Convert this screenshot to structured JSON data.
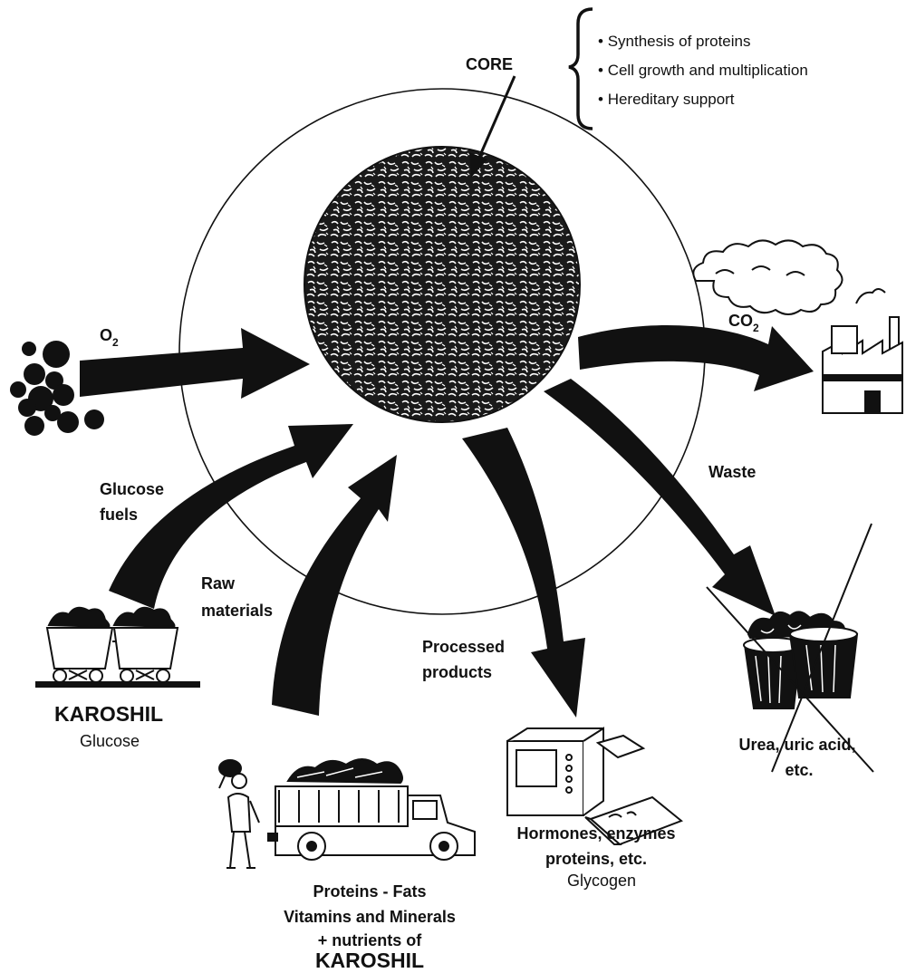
{
  "core": {
    "label": "CORE",
    "functions": [
      "Synthesis of proteins",
      "Cell growth and multiplication",
      "Hereditary support"
    ]
  },
  "inputs": {
    "oxygen": {
      "label": "O",
      "sub": "2"
    },
    "glucose_fuels": {
      "line1": "Glucose",
      "line2": "fuels"
    },
    "raw_materials": {
      "line1": "Raw",
      "line2": "materials"
    }
  },
  "outputs": {
    "co2": {
      "label": "CO",
      "sub": "2"
    },
    "waste": {
      "label": "Waste"
    },
    "processed_products": {
      "line1": "Processed",
      "line2": "products"
    }
  },
  "captions": {
    "karoshil_glucose": {
      "brand": "KAROSHIL",
      "text": "Glucose"
    },
    "nutrients": {
      "line1": "Proteins - Fats",
      "line2": "Vitamins and Minerals",
      "line3": "+ nutrients of",
      "brand": "KAROSHIL"
    },
    "hormones": {
      "line1": "Hormones, enzymes",
      "line2": "proteins, etc.",
      "line3": "Glycogen"
    },
    "urea": {
      "line1": "Urea, uric acid,",
      "line2": "etc."
    }
  },
  "colors": {
    "ink": "#111111",
    "paper": "#ffffff"
  },
  "icons": [
    "oxygen-molecules-icon",
    "factory-icon",
    "mine-cart-icon",
    "truck-icon",
    "worker-icon",
    "computer-icon",
    "trash-bins-icon"
  ]
}
